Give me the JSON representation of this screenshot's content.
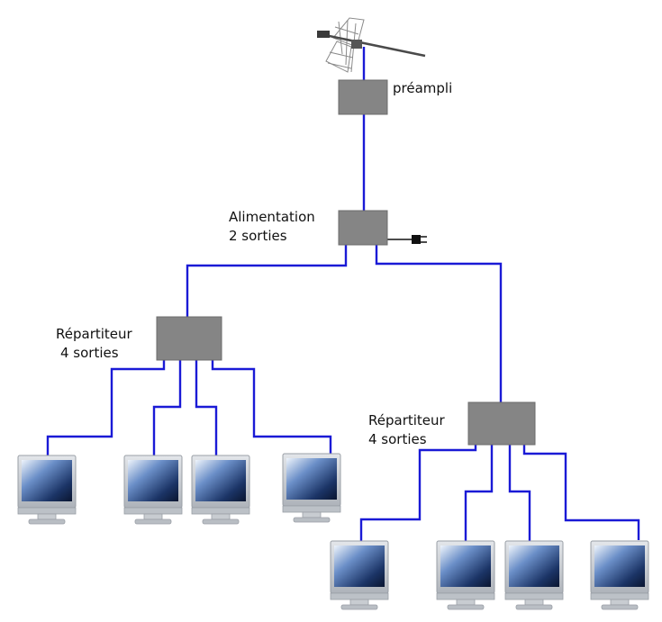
{
  "labels": {
    "preampli": "préampli",
    "alimentation_line1": "Alimentation",
    "alimentation_line2": "2 sorties",
    "repartiteur_left_line1": "Répartiteur",
    "repartiteur_left_line2": "4 sorties",
    "repartiteur_right_line1": "Répartiteur",
    "repartiteur_right_line2": "4 sorties"
  },
  "colors": {
    "cable": "#1a1ad6",
    "box": "#858585",
    "box_border": "#6c6c6c",
    "screen_top": "#dfe9f5",
    "screen_bottom": "#0b1a3a",
    "monitor_frame": "#c9cdd2"
  },
  "icons": {
    "antenna": "antenna-icon",
    "plug": "power-plug-icon",
    "monitor": "monitor-icon"
  }
}
